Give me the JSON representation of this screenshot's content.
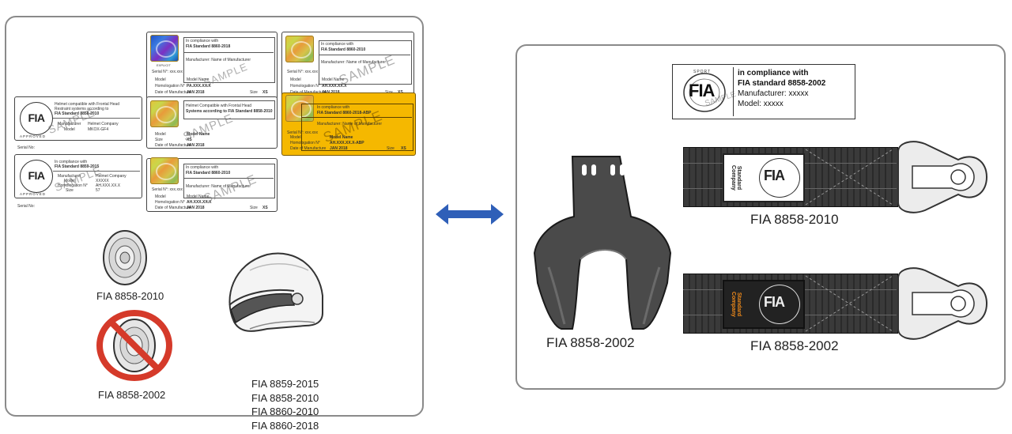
{
  "left_panel": {
    "labels": {
      "sample_text": "SAMPLE",
      "fia_text": "FIA",
      "approved_text": "APPROVED",
      "serial_text": "Serial No:",
      "holo_blue_caption": "EXPLICIT",
      "label_a": {
        "line1": "In compliance with",
        "line2": "FIA Standard 8860-2018",
        "line3": "Manufacturer: Name of Manufacturer",
        "serial": "Serial N°: xxx.xxx",
        "model_k": "Model",
        "model_v": "Model Name",
        "homol_k": "Homologation N°",
        "homol_v": "PA.XXX.XX.X",
        "date_k": "Date of Manufacture",
        "date_v": "JAN 2018",
        "size_k": "Size",
        "size_v": "XS"
      },
      "label_b": {
        "line1": "In compliance with",
        "line2": "FIA Standard 8860-2010",
        "line3": "Manufacturer: Name of Manufacturer",
        "serial": "Serial N°: xxx.xxx",
        "model_k": "Model",
        "model_v": "Model Name",
        "homol_k": "Homologation N°",
        "homol_v": "AH.XXX.XX.X",
        "date_k": "Date of Manufacture",
        "date_v": "JAN 2018",
        "size_k": "Size",
        "size_v": "XS"
      },
      "label_c": {
        "line1": "Helmet compatible with Frontal Head",
        "line2": "Restraint systems according to",
        "line3": "FIA Standard 8858-2010",
        "mfr_k": "Manufacturer",
        "mfr_v": "Helmet Company",
        "model_k": "Model",
        "model_v": "MKOX-GF4"
      },
      "label_d": {
        "line1": "Helmet Compatible with Frontal Head",
        "line2": "Systems according to FIA Standard 8858-2010",
        "model_k": "Model",
        "model_v": "Model Name",
        "size_k": "Size",
        "size_v": "XS",
        "date_k": "Date of Manufacture",
        "date_v": "JAN 2018"
      },
      "label_e": {
        "line1": "In compliance with",
        "line2": "FIA Standard 8860-2018-ABP",
        "line3": "Manufacturer: Name of Manufacturer",
        "serial": "Serial N°: xxx.xxx",
        "model_k": "Model",
        "model_v": "Model Name",
        "homol_k": "Homologation N°",
        "homol_v": "AH.XXX.XX.X-ABP",
        "date_k": "Date of Manufacture",
        "date_v": "JAN 2018",
        "size_k": "Size",
        "size_v": "XS"
      },
      "label_f": {
        "line1": "In compliance with",
        "line2": "FIA Standard 8859-2015",
        "mfr_k": "Manufacturer",
        "mfr_v": "Helmet Company",
        "model_k": "Model",
        "model_v": "XXXXX",
        "homol_k": "Homologation N°",
        "homol_v": "AH.XXX.XX.X",
        "size_k": "Size",
        "size_v": "57"
      },
      "label_g": {
        "line1": "In compliance with",
        "line2": "FIA Standard 8860-2010",
        "line3": "Manufacturer: Name of Manufacturer",
        "serial": "Serial N°: xxx.xxx",
        "model_k": "Model",
        "model_v": "Model Name",
        "homol_k": "Homologation N°",
        "homol_v": "AH.XXX.XX.X",
        "date_k": "Date of Manufacture",
        "date_v": "JAN 2018",
        "size_k": "Size",
        "size_v": "XS"
      }
    },
    "caption_2010": "FIA 8858-2010",
    "caption_2002": "FIA 8858-2002",
    "standards": [
      "FIA 8859-2015",
      "FIA 8858-2010",
      "FIA 8860-2010",
      "FIA 8860-2018"
    ]
  },
  "right_panel": {
    "label": {
      "line1": "in compliance with",
      "line2": "FIA standard 8858-2002",
      "line3": "Manufacturer: xxxxx",
      "line4": "Model: xxxxx",
      "logo_text": "FIA",
      "logo_top": "SPORT",
      "sample": "SAMPLE"
    },
    "hans_caption": "FIA 8858-2002",
    "tether_top_caption": "FIA 8858-2010",
    "tether_bottom_caption": "FIA 8858-2002",
    "tether_top_tag": "Standard Company",
    "tether_bottom_tag": "Standard Company",
    "fia_text": "FIA"
  },
  "colors": {
    "panel_border": "#8a8a8a",
    "arrow": "#2f5fb8",
    "prohibit_red": "#d53a2a",
    "amber_label": "#f5b800",
    "hans_grey": "#4a4a4a",
    "tether_dark": "#3a3a3a"
  },
  "icons": [
    "double-arrow-icon",
    "prohibited-icon",
    "helmet-icon",
    "hans-device-icon",
    "tether-icon",
    "fia-logo-icon"
  ]
}
